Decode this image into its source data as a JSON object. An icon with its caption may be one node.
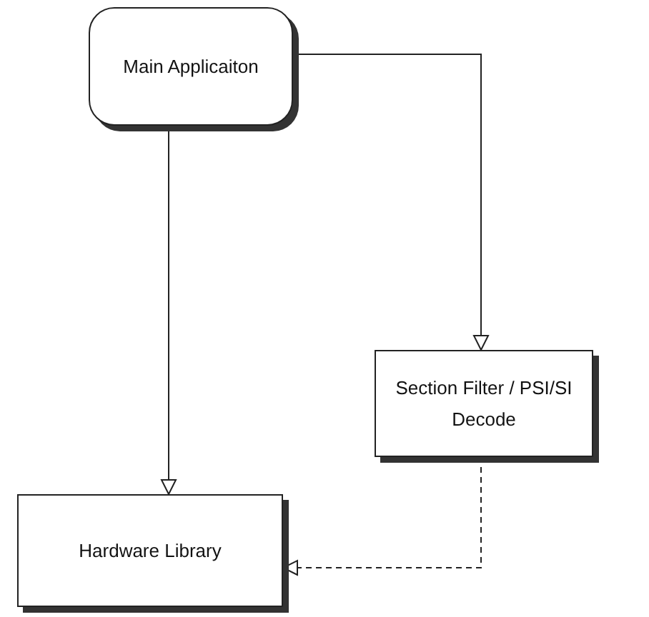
{
  "diagram": {
    "nodes": [
      {
        "text": [
          "Main Applicaiton"
        ]
      },
      {
        "text": [
          "Section Filter / PSI/SI Decode"
        ]
      },
      {
        "text": [
          "Hardware Library"
        ]
      }
    ],
    "edges": [
      {
        "from": 0,
        "to": 2,
        "arrow": "to"
      },
      {
        "from": 0,
        "to": 1,
        "arrow": "to"
      },
      {
        "from": 1,
        "to": 2,
        "arrow": "to",
        "style": "dashed"
      }
    ]
  }
}
